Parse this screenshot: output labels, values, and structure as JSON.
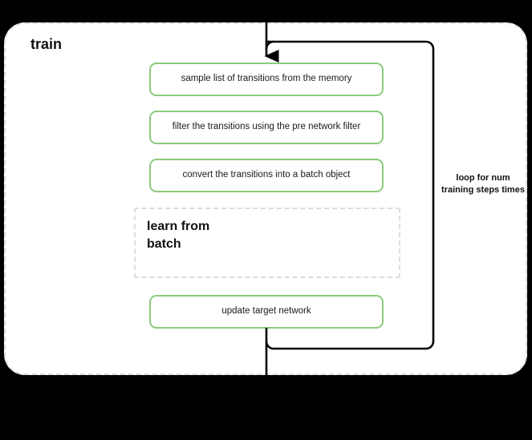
{
  "diagram": {
    "title": "train",
    "background_color": "#000000",
    "canvas_color": "#ffffff",
    "accent_color": "#8cc97c",
    "dashed_border_color": "#dddddd",
    "connector_color": "#000000"
  },
  "steps": [
    {
      "id": "sample",
      "label": "sample list of transitions from the memory"
    },
    {
      "id": "filter",
      "label": "filter the transitions using the pre network filter"
    },
    {
      "id": "convert",
      "label": "convert the transitions into a batch object"
    },
    {
      "id": "update",
      "label": "update target network"
    }
  ],
  "subgroup": {
    "title": "learn from batch"
  },
  "loop": {
    "label": "loop for num training steps times"
  }
}
